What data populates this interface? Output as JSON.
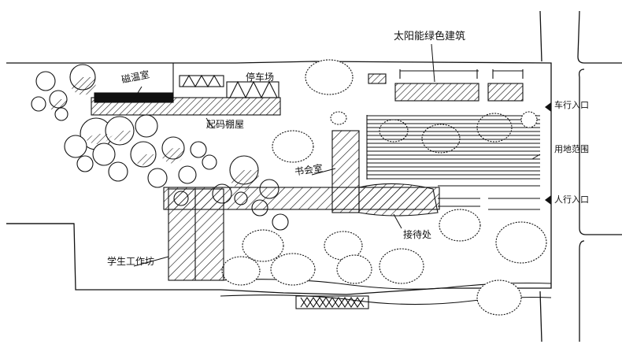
{
  "labels": {
    "title_building": "太阳能绿色建筑",
    "greenhouse": "磁温室",
    "bike_shed": "停车场",
    "solar_shed": "起码棚屋",
    "study_room": "书会室",
    "reception": "接待处",
    "workshop": "学生工作坊",
    "car_entrance": "车行入口",
    "ped_entrance": "人行入口",
    "site_boundary": "用地范围"
  },
  "colors": {
    "ink": "#111111",
    "paper": "#ffffff"
  },
  "icons": {
    "tree": "tree-icon",
    "arrow": "arrow-icon"
  }
}
